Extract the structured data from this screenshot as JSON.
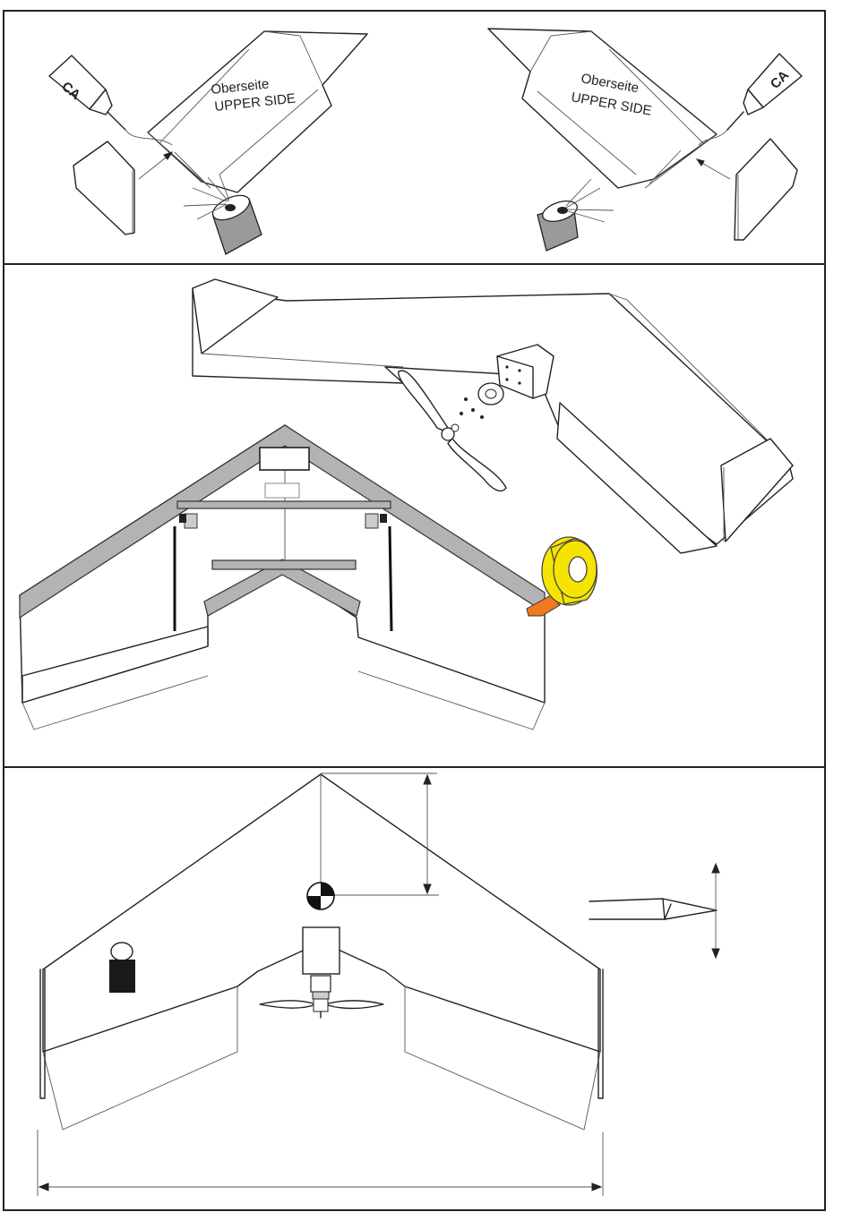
{
  "panel1": {
    "left": {
      "upper_label_de": "Oberseite",
      "upper_label_en": "UPPER SIDE",
      "glue_label": "CA"
    },
    "right": {
      "upper_label_de": "Oberseite",
      "upper_label_en": "UPPER SIDE",
      "glue_label": "CA"
    }
  },
  "colors": {
    "frame": "#222222",
    "carbon_spar": "#b3b3b3",
    "tape_yellow": "#f5e400",
    "tape_orange": "#f07820",
    "cg_mark": "#111111",
    "weight": "#1a1a1a"
  },
  "icons": [
    "ca-glue-bottle-icon",
    "activator-spray-can-icon",
    "propeller-icon",
    "motor-mount-icon",
    "tape-roll-icon",
    "cg-marker-icon",
    "ballast-weight-icon"
  ]
}
